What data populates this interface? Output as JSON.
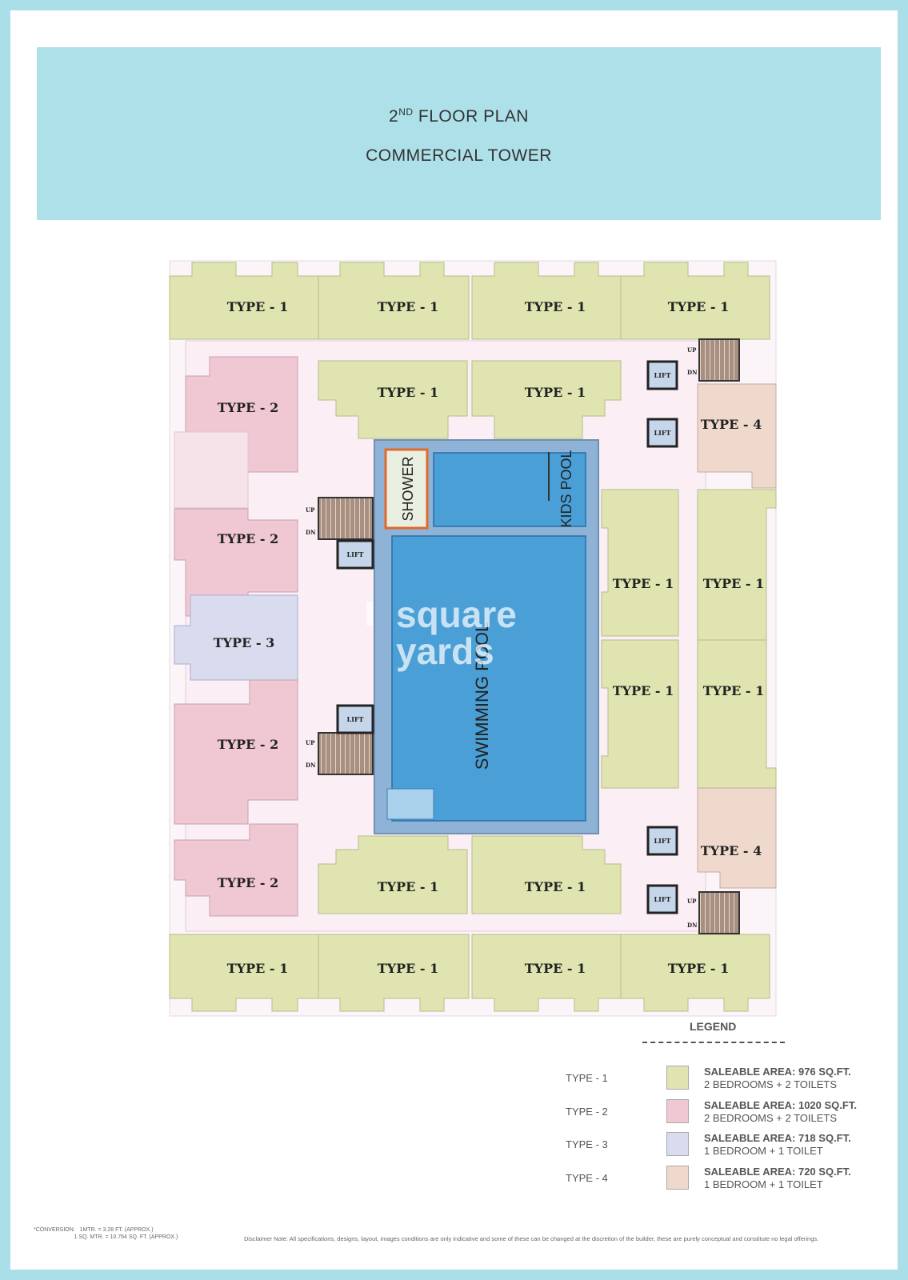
{
  "header": {
    "floor_number": "2",
    "floor_suffix": "ND",
    "floor_label": "FLOOR PLAN",
    "tower": "COMMERCIAL TOWER"
  },
  "plan": {
    "type1": "TYPE - 1",
    "type2": "TYPE - 2",
    "type3": "TYPE - 3",
    "type4": "TYPE - 4",
    "lift": "LIFT",
    "up": "UP",
    "dn": "DN",
    "shower": "SHOWER",
    "kids_pool": "KIDS POOL",
    "swimming_pool": "SWIMMING POOL",
    "watermark_line1": "square",
    "watermark_line2": "yards"
  },
  "legend": {
    "title": "LEGEND",
    "items": [
      {
        "type": "TYPE - 1",
        "area": "SALEABLE AREA: 976 SQ.FT.",
        "desc": "2 BEDROOMS + 2 TOILETS",
        "color": "#dfe4b0"
      },
      {
        "type": "TYPE - 2",
        "area": "SALEABLE AREA: 1020 SQ.FT.",
        "desc": "2 BEDROOMS + 2 TOILETS",
        "color": "#efc8d3"
      },
      {
        "type": "TYPE - 3",
        "area": "SALEABLE AREA: 718 SQ.FT.",
        "desc": "1 BEDROOM + 1 TOILET",
        "color": "#d8dcee"
      },
      {
        "type": "TYPE - 4",
        "area": "SALEABLE AREA: 720 SQ.FT.",
        "desc": "1 BEDROOM + 1 TOILET",
        "color": "#efd8cc"
      }
    ]
  },
  "footer": {
    "conversion": "*CONVERSION:   1MTR. = 3.28 FT. (APPROX.)\n                          1 SQ. MTR. = 10.764 SQ. FT. (APPROX.)",
    "disclaimer": "Disclaimer Note: All specifications, designs, layout, images conditions are only indicative and some of these can be changed at the discretion of the builder, these are purely conceptual and constitute no legal offerings."
  },
  "colors": {
    "frame": "#aadee9",
    "banner": "#aee0e9",
    "type1": "#dfe4b0",
    "type2": "#efc8d3",
    "type3": "#d8dcee",
    "type4": "#efd8cc",
    "corridor": "#fbeef5",
    "pool": "#4a9fd6"
  }
}
